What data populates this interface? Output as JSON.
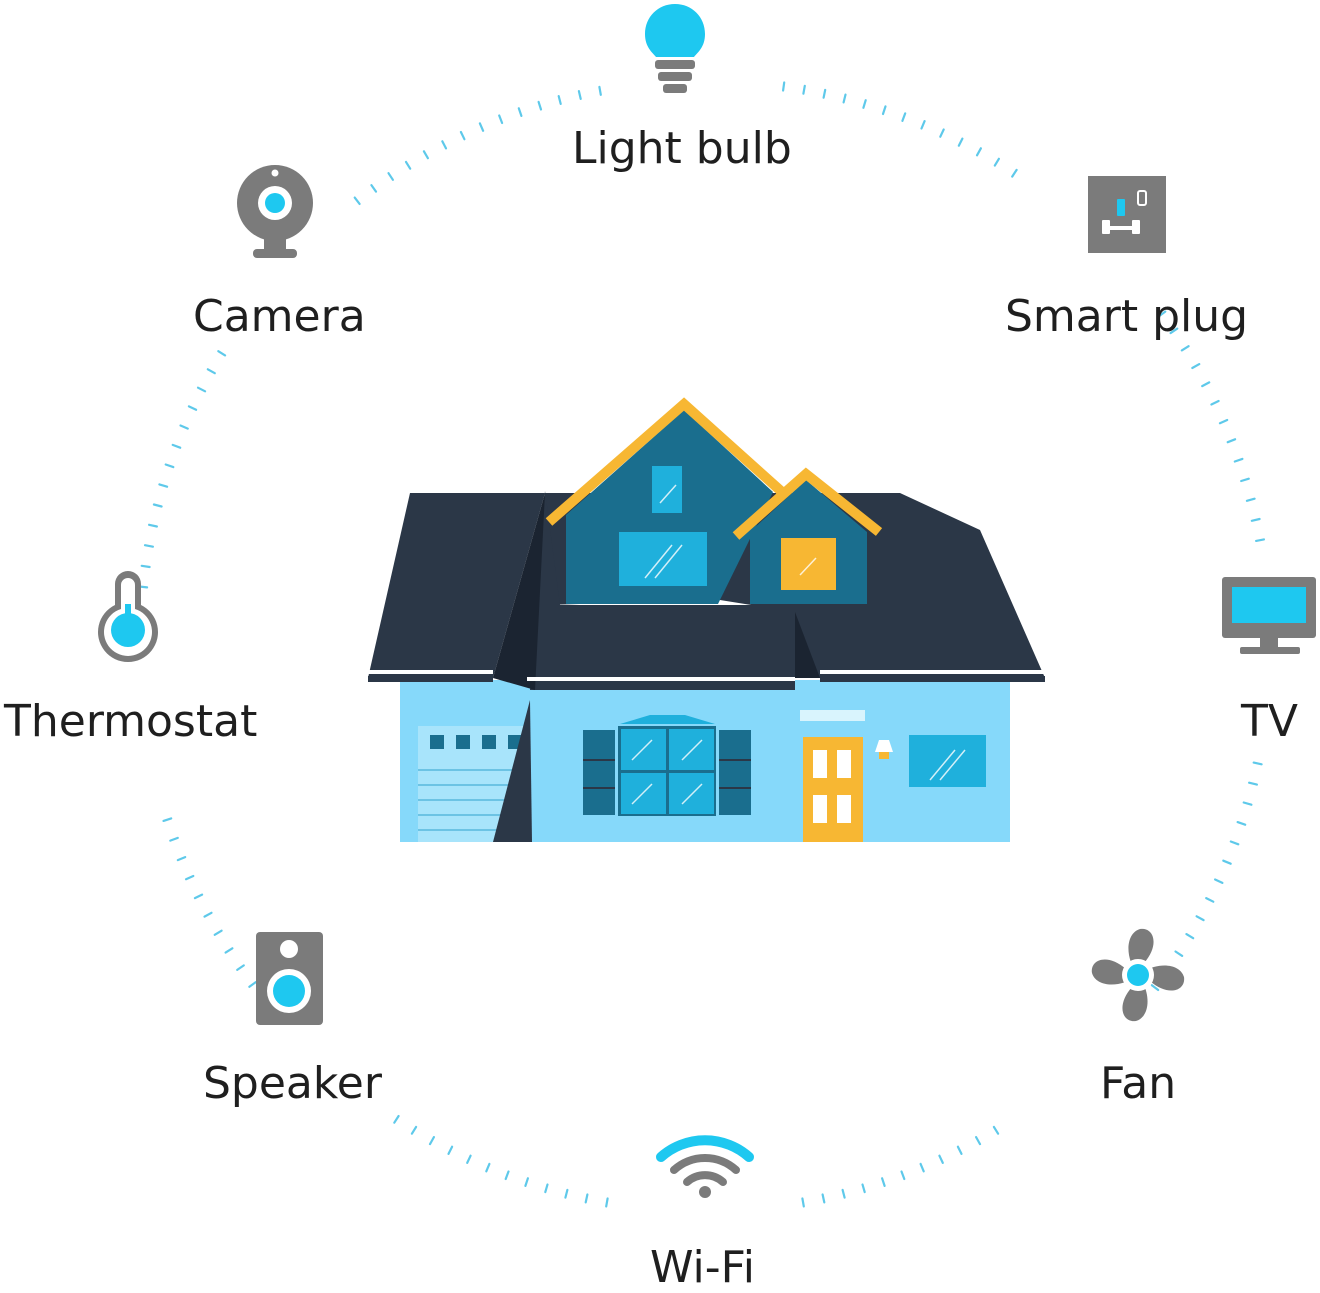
{
  "colors": {
    "accent_cyan": "#1ec8f0",
    "device_gray": "#7b7b7b",
    "roof_dark": "#2b3747",
    "house_wall": "#86d9fa",
    "gable_blue": "#1a6e8e",
    "window_blue": "#1fb0dc",
    "trim_orange": "#f7b733",
    "dotted_ring": "#5ec9ea"
  },
  "devices": [
    {
      "id": "light-bulb",
      "label": "Light bulb",
      "icon": "light-bulb-icon"
    },
    {
      "id": "smart-plug",
      "label": "Smart plug",
      "icon": "smart-plug-icon"
    },
    {
      "id": "tv",
      "label": "TV",
      "icon": "tv-icon"
    },
    {
      "id": "fan",
      "label": "Fan",
      "icon": "fan-icon"
    },
    {
      "id": "wifi",
      "label": "Wi-Fi",
      "icon": "wifi-icon"
    },
    {
      "id": "speaker",
      "label": "Speaker",
      "icon": "speaker-icon"
    },
    {
      "id": "thermostat",
      "label": "Thermostat",
      "icon": "thermostat-icon"
    },
    {
      "id": "camera",
      "label": "Camera",
      "icon": "camera-icon"
    }
  ],
  "center": {
    "icon": "house-icon"
  }
}
